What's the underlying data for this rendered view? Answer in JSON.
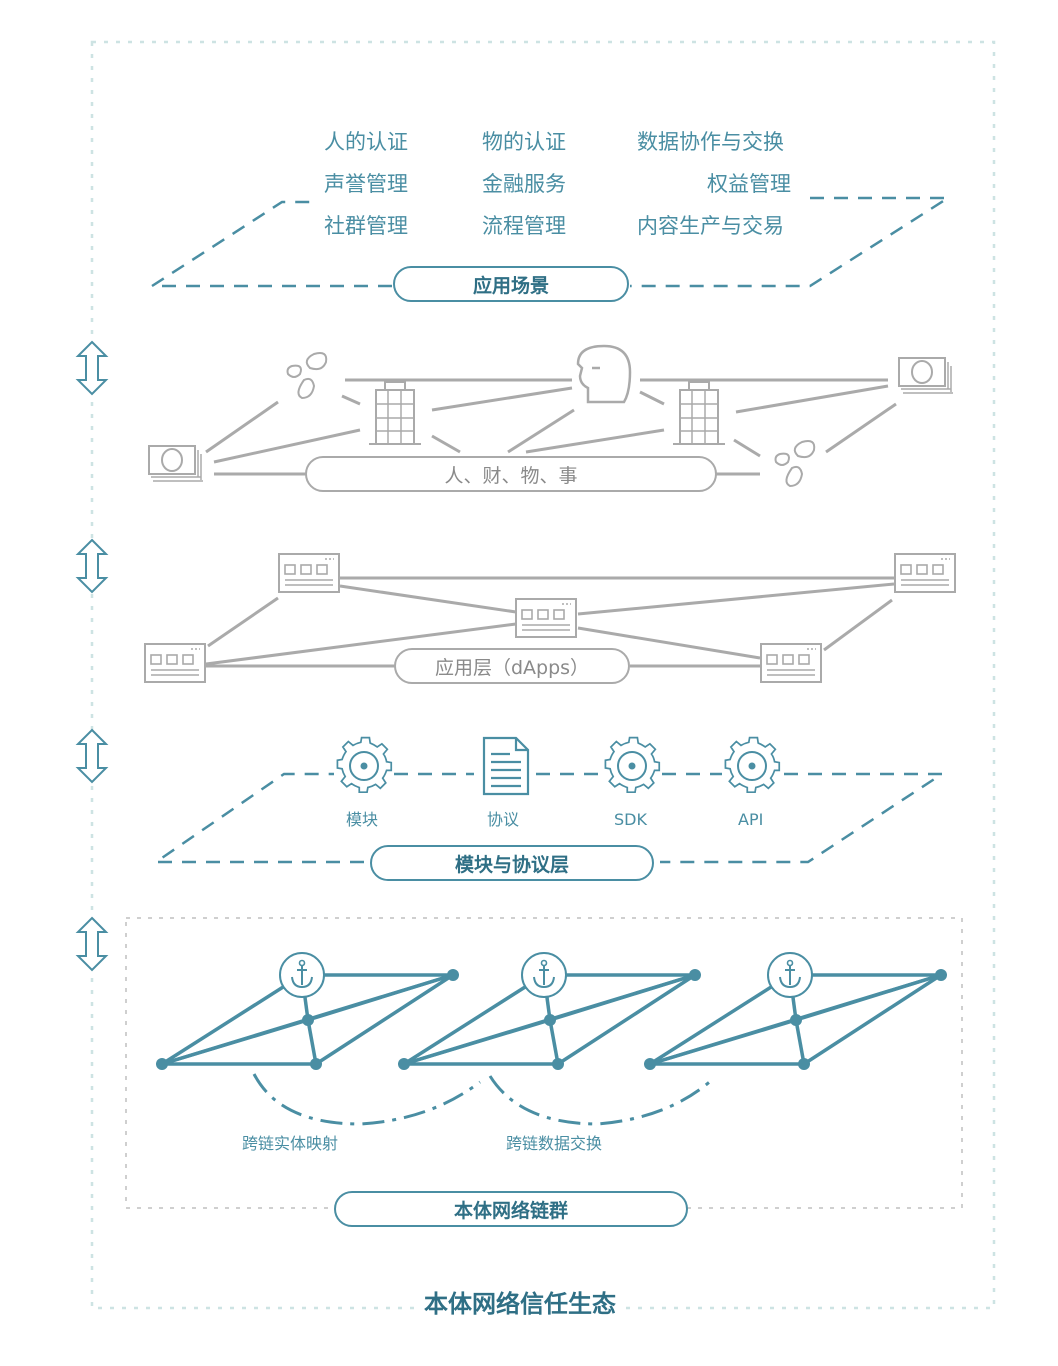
{
  "scenario_layer": {
    "items": [
      "人的认证",
      "物的认证",
      "数据协作与交换",
      "声誉管理",
      "金融服务",
      "权益管理",
      "社群管理",
      "流程管理",
      "内容生产与交易"
    ],
    "label": "应用场景"
  },
  "resource_layer": {
    "label": "人、财、物、事"
  },
  "dapps_layer": {
    "label": "应用层（dApps）"
  },
  "module_layer": {
    "items": [
      "模块",
      "协议",
      "SDK",
      "API"
    ],
    "label": "模块与协议层"
  },
  "network_layer": {
    "cross_labels": [
      "跨链实体映射",
      "跨链数据交换"
    ],
    "label": "本体网络链群"
  },
  "footer": {
    "title": "本体网络信任生态"
  },
  "colors": {
    "accent": "#4a8ea3",
    "accent_dark": "#2f6f85",
    "gray": "#aaaaaa",
    "border_dotted": "#cde3e3"
  }
}
